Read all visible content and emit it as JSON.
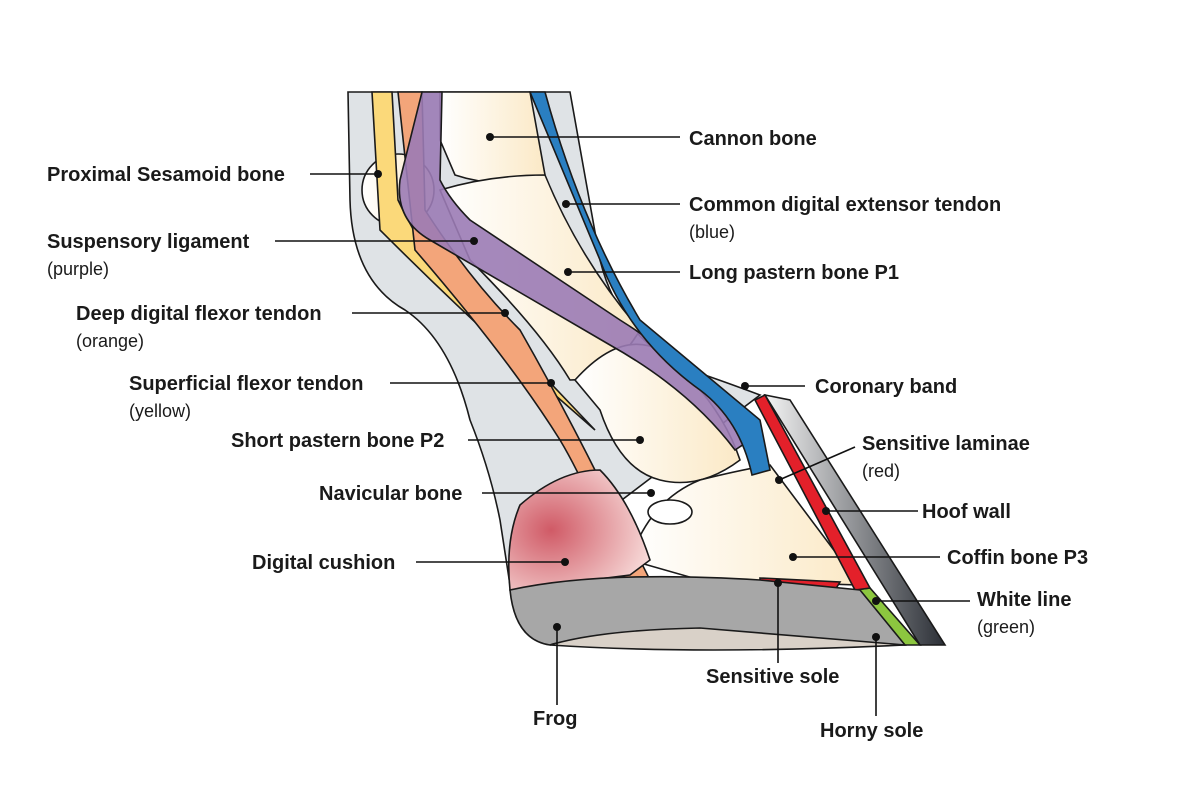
{
  "labels": {
    "cannon_bone": "Cannon bone",
    "proximal_sesamoid": "Proximal Sesamoid bone",
    "common_digital_extensor": "Common digital extensor tendon",
    "common_digital_extensor_note": "(blue)",
    "suspensory_ligament": "Suspensory ligament",
    "suspensory_ligament_note": "(purple)",
    "long_pastern": "Long pastern bone P1",
    "deep_digital_flexor": "Deep digital flexor tendon",
    "deep_digital_flexor_note": "(orange)",
    "superficial_flexor": "Superficial flexor tendon",
    "superficial_flexor_note": "(yellow)",
    "coronary_band": "Coronary band",
    "short_pastern": "Short pastern bone P2",
    "sensitive_laminae": "Sensitive laminae",
    "sensitive_laminae_note": "(red)",
    "navicular_bone": "Navicular bone",
    "hoof_wall": "Hoof wall",
    "digital_cushion": "Digital cushion",
    "coffin_bone": "Coffin bone P3",
    "white_line": "White line",
    "white_line_note": "(green)",
    "sensitive_sole": "Sensitive sole",
    "frog": "Frog",
    "horny_sole": "Horny sole"
  },
  "colors": {
    "bone": "#fdf0d5",
    "extensor_tendon": "#2a7fc1",
    "suspensory_ligament": "#9b7bb5",
    "deep_flexor": "#f3a57a",
    "superficial_flexor": "#fbd97a",
    "sensitive_laminae": "#e3202a",
    "white_line": "#8cc63f",
    "frog_sole": "#a7a7a7",
    "digital_cushion": "#d9777f",
    "skin": "#dfe3e6"
  }
}
